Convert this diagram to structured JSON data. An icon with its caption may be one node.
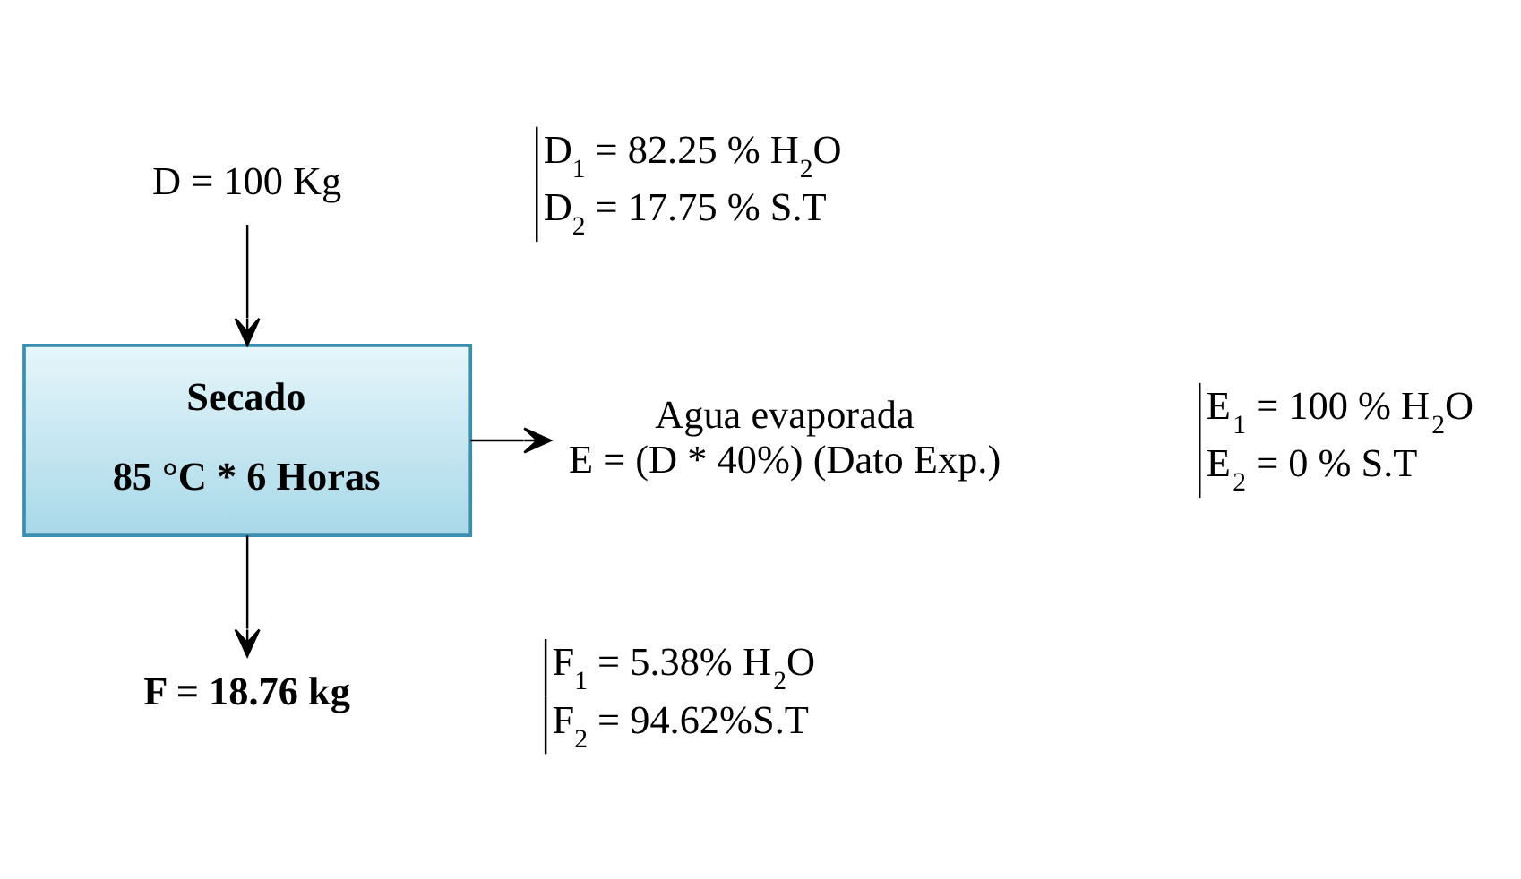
{
  "diagram": {
    "nodes": [
      {
        "text": [
          "D = 100 Kg"
        ],
        "beside": [
          "D$_{1}$ = 82.25 % H$_{2}$O",
          "D$_{2}$ = 17.75 % S.T"
        ]
      },
      {
        "text": [
          "Secado",
          "85 °C * 6 Horas"
        ]
      },
      {
        "text": [
          "Agua evaporada",
          "E = (D * 40%) (Dato Exp.)"
        ],
        "beside": [
          "E$_{1}$ = 100 % H$_{2}$O",
          "E$_{2}$ = 0 % S.T"
        ]
      },
      {
        "text": [
          "F = 18.76 kg"
        ],
        "beside": [
          "F$_{1}$ = 5.38% H$_{2}$O",
          "F$_{2}$ = 94.62%S.T"
        ]
      }
    ],
    "edges": [
      {
        "from": 0,
        "to": 1,
        "arrow": "to"
      },
      {
        "from": 1,
        "to": 2,
        "arrow": "to"
      },
      {
        "from": 1,
        "to": 3,
        "arrow": "to"
      }
    ]
  }
}
